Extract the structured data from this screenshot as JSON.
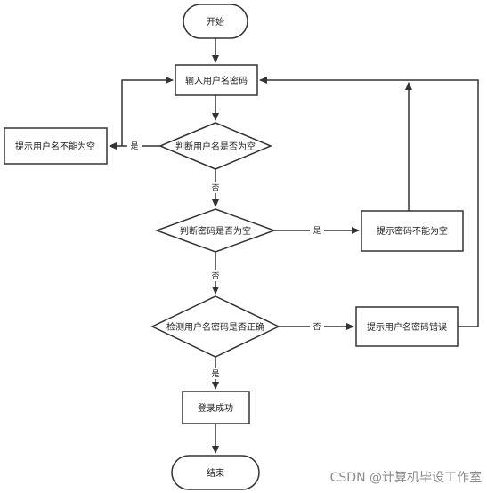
{
  "nodes": {
    "start": "开始",
    "input": "输入用户名密码",
    "check_username": "判断用户名是否为空",
    "username_empty_msg": "提示用户名不能为空",
    "check_password": "判断密码是否为空",
    "password_empty_msg": "提示密码不能为空",
    "verify": "检测用户名密码是否正确",
    "wrong_msg": "提示用户名密码错误",
    "login_success": "登录成功",
    "end": "结束"
  },
  "edges": {
    "user_yes": "是",
    "user_no": "否",
    "pwd_yes": "是",
    "pwd_no": "否",
    "verify_no": "否",
    "verify_yes": "是"
  },
  "watermark": "CSDN @计算机毕设工作室"
}
